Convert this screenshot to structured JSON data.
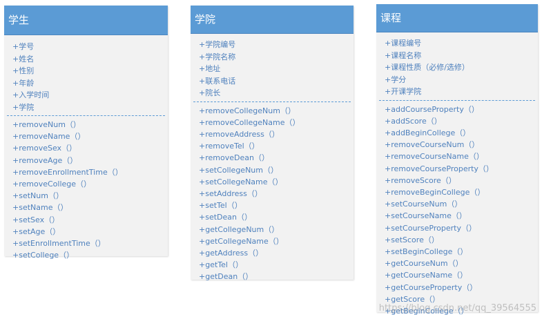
{
  "classes": {
    "student": {
      "title": "学生",
      "attributes": [
        "+学号",
        "+姓名",
        "+性别",
        "+年龄",
        "+入学时间",
        "+学院"
      ],
      "methods": [
        "+removeNum（）",
        "+removeName（）",
        "+removeSex（）",
        "+removeAge（）",
        "+removeEnrollmentTime（）",
        "+removeCollege（）",
        "+setNum（）",
        "+setName（）",
        "+setSex（）",
        "+setAge（）",
        "+setEnrollmentTime（）",
        "+setCollege（）"
      ]
    },
    "college": {
      "title": "学院",
      "attributes": [
        "+学院编号",
        "+学院名称",
        "+地址",
        "+联系电话",
        "+院长"
      ],
      "methods": [
        "+removeCollegeNum（）",
        "+removeCollegeName（）",
        "+removeAddress（）",
        "+removeTel（）",
        "+removeDean（）",
        "+setCollegeNum（）",
        "+setCollegeName（）",
        "+setAddress（）",
        "+setTel（）",
        "+setDean（）",
        "+getCollegeNum（）",
        "+getCollegeName（）",
        "+getAddress（）",
        "+getTel（）",
        "+getDean（）"
      ]
    },
    "course": {
      "title": "课程",
      "attributes": [
        "+课程编号",
        "+课程名称",
        "+课程性质（必修/选修）",
        "+学分",
        "+开课学院"
      ],
      "methods": [
        "+addCourseProperty（）",
        "+addScore（）",
        "+addBeginCollege（）",
        "+removeCourseNum（）",
        "+removeCourseName（）",
        "+removeCourseProperty（）",
        "+removeScore（）",
        "+removeBeginCollege（）",
        "+setCourseNum（）",
        "+setCourseName（）",
        "+setCourseProperty（）",
        "+setScore（）",
        "+setBeginCollege（）",
        "+getCourseNum（）",
        "+getCourseName（）",
        "+getCourseProperty（）",
        "+getScore（）",
        "+getBeginCollege（）"
      ]
    }
  },
  "watermark": "https://blog.csdn.net/qq_39564555",
  "colors": {
    "header_bg": "#5b9bd5",
    "header_text": "#ffffff",
    "body_bg": "#f2f2f2",
    "member_text": "#4f81bd",
    "separator": "#5b9bd5"
  }
}
